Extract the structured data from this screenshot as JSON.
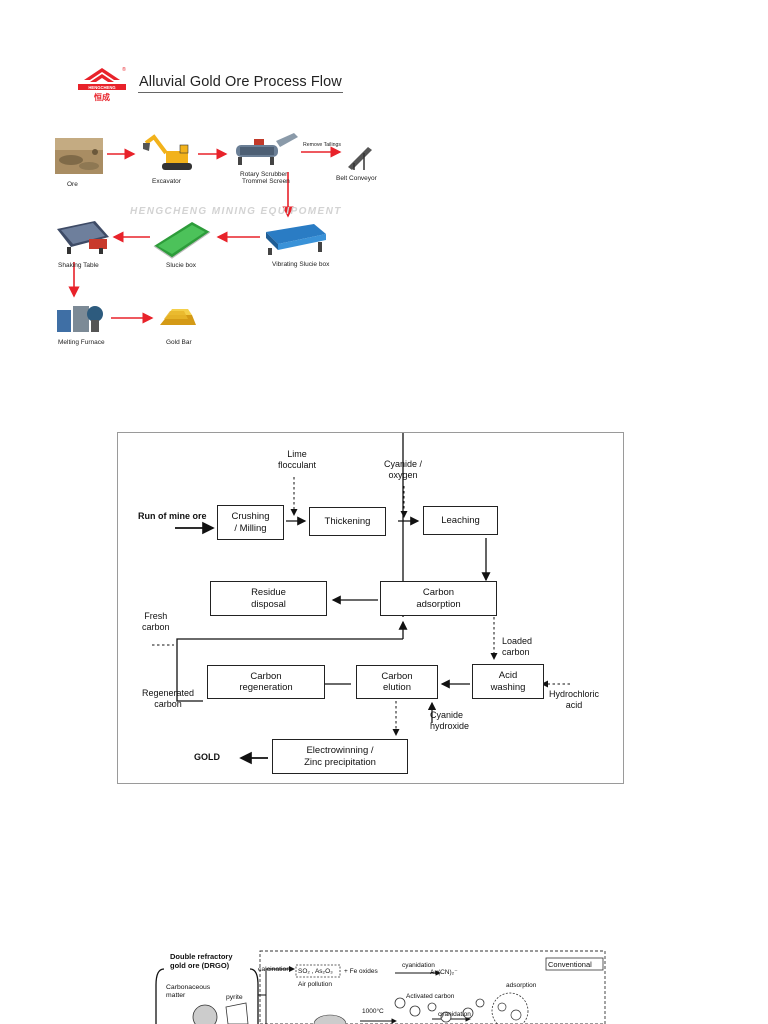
{
  "alluvial": {
    "title": "Alluvial Gold Ore Process Flow",
    "logo_text": "HENGCHENG",
    "logo_chinese": "恒成",
    "watermark": "HENGCHENG MINING EQUIPOMENT",
    "labels": {
      "ore": "Ore",
      "excavator": "Excavator",
      "scrubber_1": "Rotary Scrubber",
      "scrubber_2": "Trommel Screen",
      "remove_tailings": "Remove Tailings",
      "belt_conveyor": "Belt Conveyor",
      "shaking_table": "Shaking Table",
      "sluice_box": "Slucie box",
      "vibrating_sluice_box": "Vibrating Slucie box",
      "melting_furnace": "Melting Furnace",
      "gold_bar": "Gold Bar"
    },
    "arrow_color": "#e8222a"
  },
  "cip_flow": {
    "run_of_mine": "Run of mine ore",
    "crushing_1": "Crushing",
    "crushing_2": "/ Milling",
    "lime_1": "Lime",
    "lime_2": "flocculant",
    "thickening": "Thickening",
    "cyanide_oxygen_1": "Cyanide /",
    "cyanide_oxygen_2": "oxygen",
    "leaching": "Leaching",
    "residue_1": "Residue",
    "residue_2": "disposal",
    "adsorption_1": "Carbon",
    "adsorption_2": "adsorption",
    "fresh_1": "Fresh",
    "fresh_2": "carbon",
    "loaded_1": "Loaded",
    "loaded_2": "carbon",
    "regeneration_1": "Carbon",
    "regeneration_2": "regeneration",
    "elution_1": "Carbon",
    "elution_2": "elution",
    "acid_1": "Acid",
    "acid_2": "washing",
    "hcl_1": "Hydrochloric",
    "hcl_2": "acid",
    "regenerated_1": "Regenerated",
    "regenerated_2": "carbon",
    "cyanide_hydroxide_1": "Cyanide",
    "cyanide_hydroxide_2": "hydroxide",
    "gold": "GOLD",
    "ew_1": "Electrowinning /",
    "ew_2": "Zinc precipitation"
  },
  "drgo": {
    "title_1": "Double refractory",
    "title_2": "gold ore (DRGO)",
    "carbonaceous_1": "Carbonaceous",
    "carbonaceous_2": "matter",
    "pyrite": "pyrite",
    "calcination": "calcination",
    "so2_as2o3": "SO₂ , As₂O₃",
    "fe_oxides": "+ Fe oxides",
    "cyanidation_top": "cyanidation",
    "au_cn": "Au(CN)₂⁻",
    "conventional": "Conventional",
    "air_pollution": "Air pollution",
    "adsorption": "adsorption",
    "activated_carbon": "Activated carbon",
    "temp": "1000°C",
    "cyanidation_mid": "cyanidation"
  }
}
